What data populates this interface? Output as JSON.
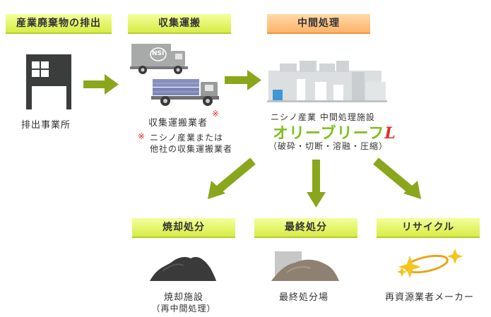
{
  "labels": {
    "discharge": "産業廃棄物の排出",
    "transport": "収集運搬",
    "intermediate": "中間処理",
    "incineration": "焼却処分",
    "final": "最終処分",
    "recycle": "リサイクル"
  },
  "texts": {
    "office": "排出事業所",
    "transporter": "収集運搬業者",
    "transporter_mark": "※",
    "note_mark": "※",
    "note_line1": "ニシノ産業または",
    "note_line2": "他社の収集運搬業者",
    "facility_title": "ニシノ産業 中間処理施設",
    "brand_main": "オリーブリーフ",
    "brand_mark": "L",
    "process": "（破砕・切断・溶融・圧縮）",
    "incineration_facility": "焼却施設",
    "incineration_sub": "（再中間処理）",
    "landfill": "最終処分場",
    "maker": "再資源業者メーカー",
    "truck_logo": "NSI"
  },
  "colors": {
    "arrow": "#8aa61c",
    "label_green": "#d7ec47",
    "label_orange": "#ffb46a",
    "truck_blue": "#7d86b8",
    "note_red": "#e0302a",
    "brand_green": "#7fbf1e"
  }
}
